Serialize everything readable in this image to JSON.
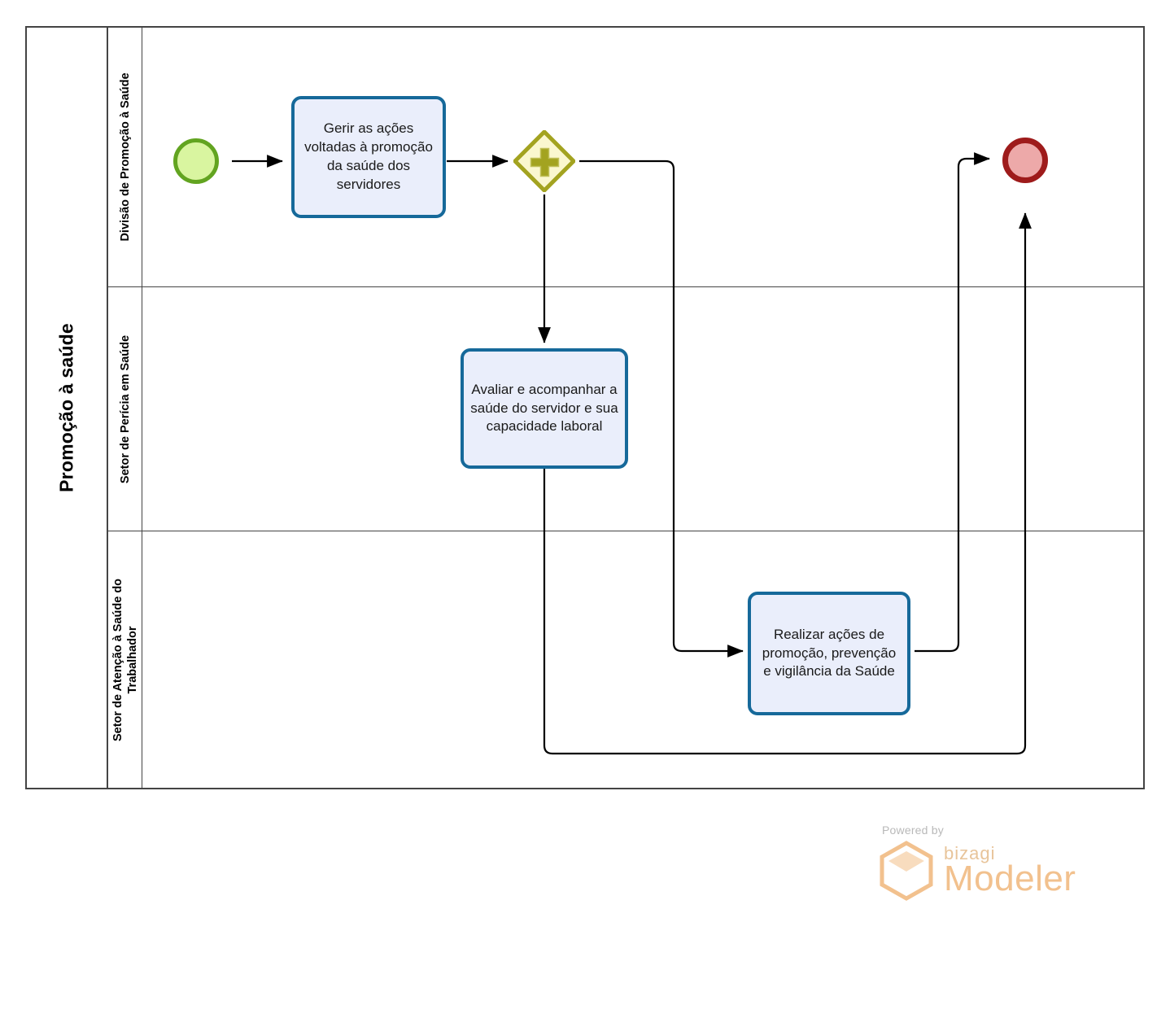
{
  "diagram": {
    "type": "bpmn-process",
    "pool": {
      "name": "Promoção à saúde"
    },
    "lanes": [
      {
        "id": "lane-0",
        "name": "Divisão de Promoção à Saúde"
      },
      {
        "id": "lane-1",
        "name": "Setor de Perícia em Saúde"
      },
      {
        "id": "lane-2",
        "name": "Setor de Atenção à Saúde do Trabalhador"
      }
    ],
    "nodes": [
      {
        "id": "start-event",
        "kind": "start-event",
        "label": "",
        "lane": "lane-0",
        "fill": "#D9F5A0",
        "stroke": "#62A420"
      },
      {
        "id": "task-gerir",
        "kind": "task",
        "label": "Gerir as ações voltadas à promoção da saúde dos servidores",
        "lane": "lane-0",
        "fill": "#EAEEFB",
        "stroke": "#16699A"
      },
      {
        "id": "gateway-parallel",
        "kind": "parallel-gateway",
        "label": "",
        "lane": "lane-0",
        "fill": "#FAF7CF",
        "stroke": "#A3A320"
      },
      {
        "id": "task-avaliar",
        "kind": "task",
        "label": "Avaliar e acompanhar a saúde do servidor e sua capacidade laboral",
        "lane": "lane-1",
        "fill": "#EAEEFB",
        "stroke": "#16699A"
      },
      {
        "id": "task-realizar",
        "kind": "task",
        "label": "Realizar ações de promoção, prevenção e vigilância da Saúde",
        "lane": "lane-2",
        "fill": "#EAEEFB",
        "stroke": "#16699A"
      },
      {
        "id": "end-event",
        "kind": "end-event",
        "label": "",
        "lane": "lane-0",
        "fill": "#EDA9A9",
        "stroke": "#9E1B1B"
      }
    ],
    "flows": [
      {
        "id": "flow-start-gerir",
        "from": "start-event",
        "to": "task-gerir"
      },
      {
        "id": "flow-gerir-gateway",
        "from": "task-gerir",
        "to": "gateway-parallel"
      },
      {
        "id": "flow-gateway-avaliar",
        "from": "gateway-parallel",
        "to": "task-avaliar"
      },
      {
        "id": "flow-gateway-realizar",
        "from": "gateway-parallel",
        "to": "task-realizar"
      },
      {
        "id": "flow-realizar-end",
        "from": "task-realizar",
        "to": "end-event"
      },
      {
        "id": "flow-avaliar-end",
        "from": "task-avaliar",
        "to": "end-event"
      }
    ]
  },
  "branding": {
    "powered_by": "Powered by",
    "brand": "bizagi",
    "product": "Modeler",
    "logo_color": "#F2C18E"
  }
}
